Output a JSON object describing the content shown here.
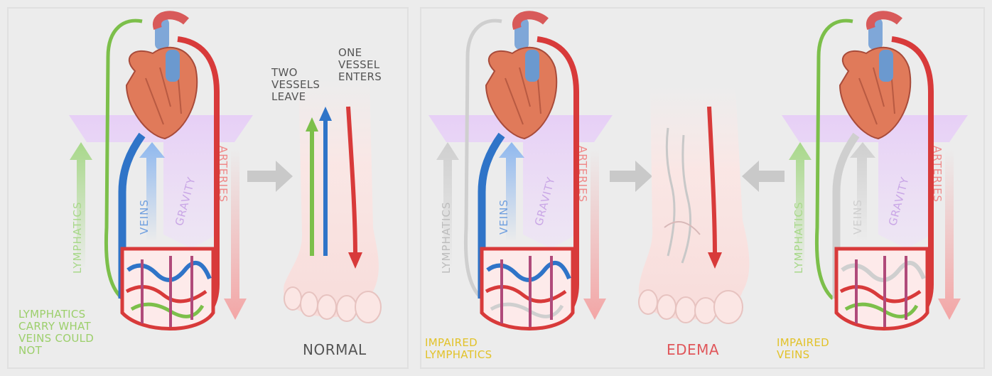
{
  "normal_panel": {
    "lymphatics_label": "LYMPHATICS",
    "veins_label": "VEINS",
    "gravity_label": "GRAVITY",
    "arteries_label": "ARTERIES",
    "note_lymphatics": "LYMPHATICS\nCARRY WHAT\nVEINS COULD\nNOT",
    "two_vessels": "TWO\nVESSELS\nLEAVE",
    "one_vessel": "ONE\nVESSEL\nENTERS",
    "title": "NORMAL"
  },
  "edema_panel": {
    "lymphatics_label": "LYMPHATICS",
    "veins_label": "VEINS",
    "gravity_label": "GRAVITY",
    "arteries_label": "ARTERIES",
    "impaired_lymphatics": "IMPAIRED\nLYMPHATICS",
    "title": "EDEMA",
    "impaired_veins": "IMPAIRED\nVEINS",
    "lymphatics_label_2": "LYMPHATICS",
    "veins_label_2": "VEINS",
    "gravity_label_2": "GRAVITY",
    "arteries_label_2": "ARTERIES"
  },
  "colors": {
    "lymphatic": "#7cbf4a",
    "vein": "#2f74c8",
    "artery": "#d83a3a",
    "impaired": "#cfcfcf",
    "gravity": "#d9b7f0",
    "label_yellow": "#e2c22a",
    "edema_red": "#e0575b",
    "normal_gray": "#555555"
  }
}
